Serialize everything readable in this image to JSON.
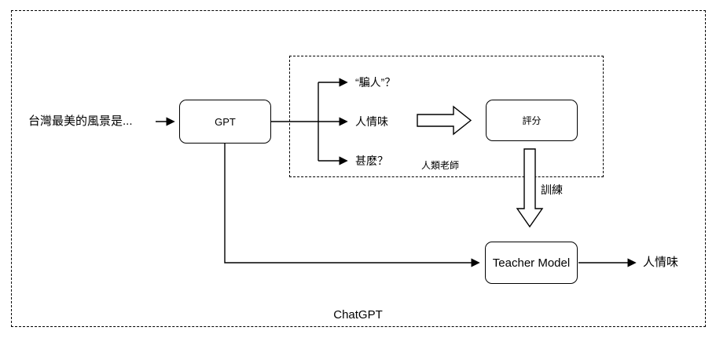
{
  "diagram": {
    "input_text": "台灣最美的風景是...",
    "gpt_label": "GPT",
    "outputs": [
      {
        "label": "“騙人”？"
      },
      {
        "label": "人情味"
      },
      {
        "label": "甚麽？"
      }
    ],
    "human_teacher_label": "人類老師",
    "score_label": "評分",
    "train_label": "訓練",
    "teacher_model_label": "Teacher Model",
    "final_output_label": "人情味",
    "chatgpt_label": "ChatGPT",
    "colors": {
      "line": "#000000",
      "background": "#ffffff"
    }
  }
}
